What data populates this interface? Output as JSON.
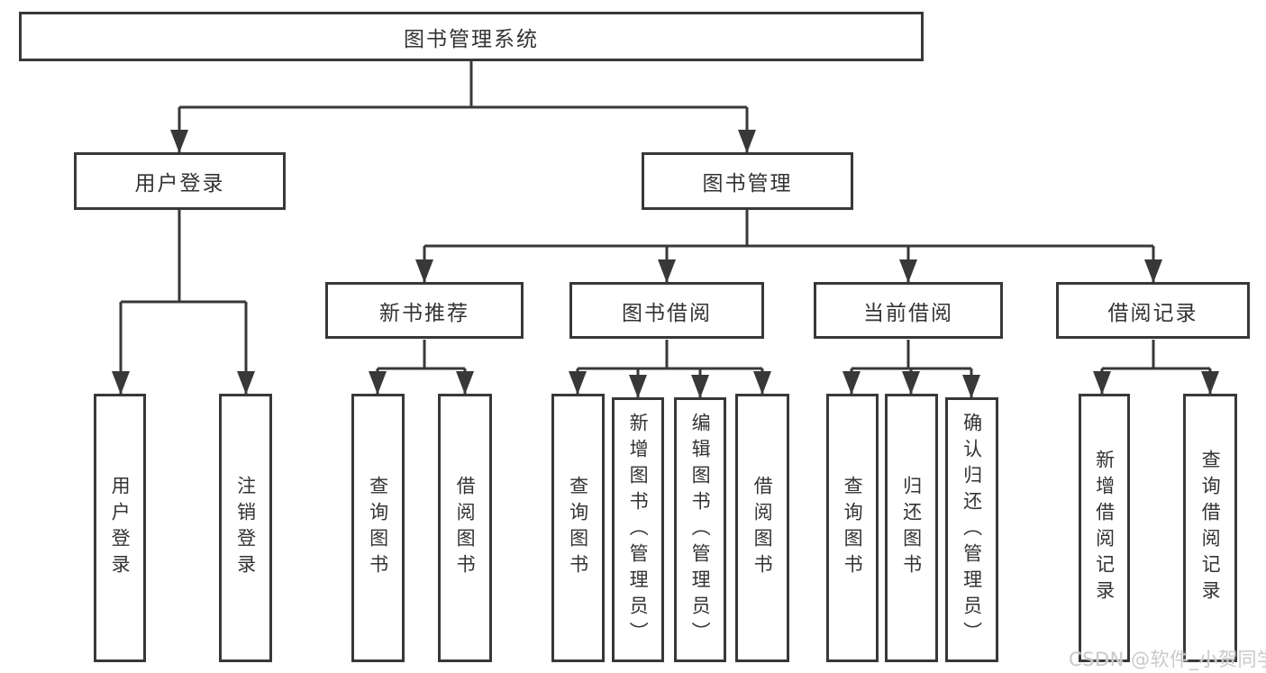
{
  "diagram": {
    "root": {
      "label": "图书管理系统"
    },
    "level2": {
      "user_login": {
        "label": "用户登录"
      },
      "book_management": {
        "label": "图书管理"
      }
    },
    "level3": {
      "new_book_recommend": {
        "label": "新书推荐"
      },
      "book_borrowing": {
        "label": "图书借阅"
      },
      "current_borrowing": {
        "label": "当前借阅"
      },
      "borrowing_records": {
        "label": "借阅记录"
      }
    },
    "level4": {
      "user_login_children": [
        "用户登录",
        "注销登录"
      ],
      "new_book_children": [
        "查询图书",
        "借阅图书"
      ],
      "book_borrowing_children": [
        "查询图书",
        "新增图书（管理员）",
        "编辑图书（管理员）",
        "借阅图书"
      ],
      "current_borrowing_children": [
        "查询图书",
        "归还图书",
        "确认归还（管理员）"
      ],
      "borrowing_records_children": [
        "新增借阅记录",
        "查询借阅记录"
      ]
    }
  },
  "watermark": {
    "text": "CSDN @软件_小贺同学"
  },
  "colors": {
    "line": "#383838",
    "text": "#333333",
    "background": "#ffffff",
    "watermark": "#c9c9c9"
  }
}
